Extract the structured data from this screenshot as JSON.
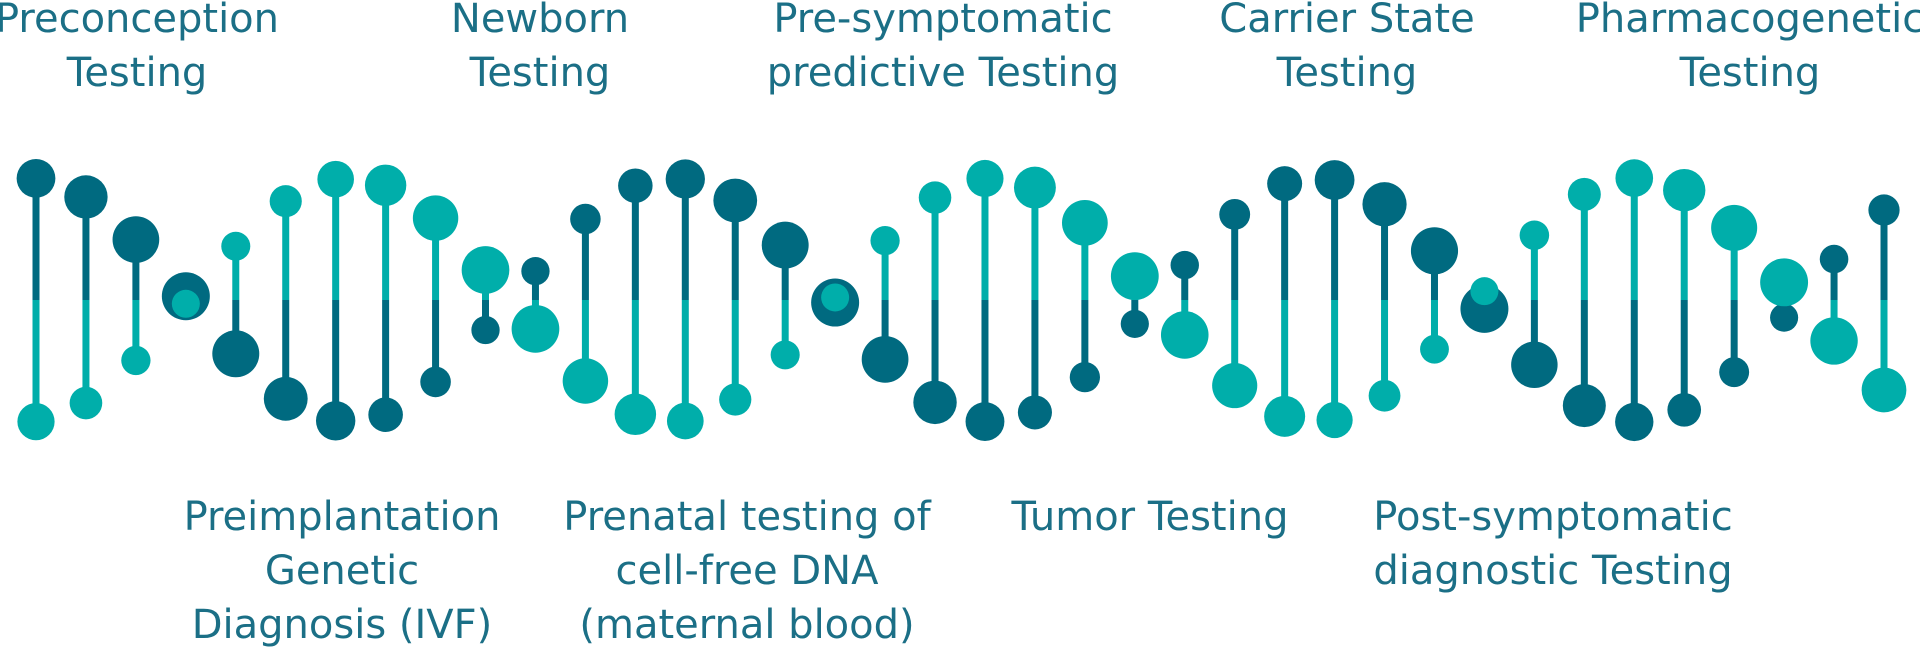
{
  "colors": {
    "dark": "#006a80",
    "light": "#00aeaa",
    "text": "#1b6f86"
  },
  "labels_top": [
    {
      "id": "preconception",
      "lines": [
        "Preconception",
        "Testing"
      ]
    },
    {
      "id": "newborn",
      "lines": [
        "Newborn",
        "Testing"
      ]
    },
    {
      "id": "presymptomatic",
      "lines": [
        "Pre-symptomatic",
        "predictive Testing"
      ]
    },
    {
      "id": "carrier",
      "lines": [
        "Carrier State",
        "Testing"
      ]
    },
    {
      "id": "pharmacogenetic",
      "lines": [
        "Pharmacogenetic",
        "Testing"
      ]
    }
  ],
  "labels_bottom": [
    {
      "id": "preimplantation",
      "lines": [
        "Preimplantation",
        "Genetic",
        "Diagnosis (IVF)"
      ]
    },
    {
      "id": "prenatal",
      "lines": [
        "Prenatal testing of",
        "cell-free DNA",
        "(maternal blood)"
      ]
    },
    {
      "id": "tumor",
      "lines": [
        "Tumor Testing"
      ]
    },
    {
      "id": "postsymptomatic",
      "lines": [
        "Post-symptomatic",
        "diagnostic Testing"
      ]
    }
  ]
}
